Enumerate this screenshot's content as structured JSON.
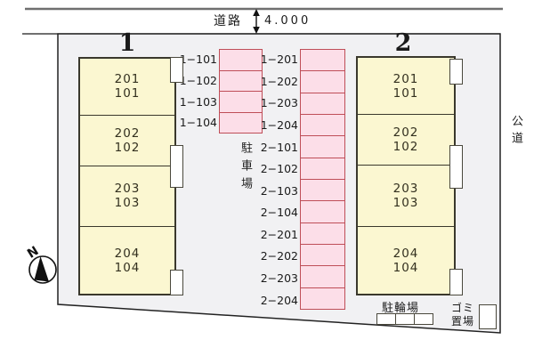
{
  "header": {
    "road_label": "道路",
    "road_width": "4.000"
  },
  "right_side": {
    "public_road_label": "公道"
  },
  "compass": {
    "north_label": "N"
  },
  "buildings": [
    {
      "number": "1",
      "units": [
        {
          "upper": "201",
          "lower": "101"
        },
        {
          "upper": "202",
          "lower": "102"
        },
        {
          "upper": "203",
          "lower": "103"
        },
        {
          "upper": "204",
          "lower": "104"
        }
      ]
    },
    {
      "number": "2",
      "units": [
        {
          "upper": "201",
          "lower": "101"
        },
        {
          "upper": "202",
          "lower": "102"
        },
        {
          "upper": "203",
          "lower": "103"
        },
        {
          "upper": "204",
          "lower": "104"
        }
      ]
    }
  ],
  "parking": {
    "label": "駐車場",
    "left_spaces": [
      "1−101",
      "1−102",
      "1−103",
      "1−104"
    ],
    "right_spaces": [
      "1−201",
      "1−202",
      "1−203",
      "1−204",
      "2−101",
      "2−102",
      "2−103",
      "2−104",
      "2−201",
      "2−202",
      "2−203",
      "2−204"
    ]
  },
  "bicycle": {
    "label": "駐輪場"
  },
  "garbage": {
    "label_line1": "ゴミ",
    "label_line2": "置場"
  },
  "colors": {
    "building_fill": "#fbf7d1",
    "building_border": "#3a382c",
    "parking_fill": "#fcdee8",
    "parking_border": "#bf4e58",
    "site_fill": "#f1f1f3"
  }
}
